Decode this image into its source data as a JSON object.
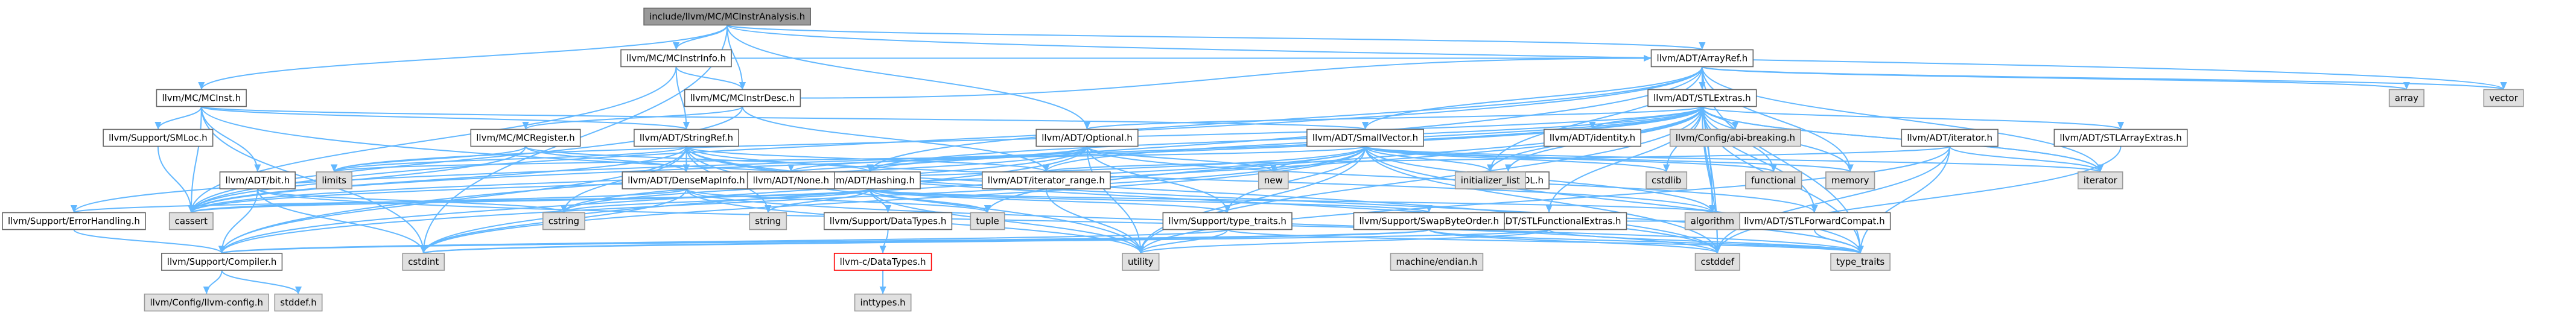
{
  "nodes": [
    {
      "id": "root",
      "label": "include/llvm/MC/MCInstrAnalysis.h",
      "kind": "root",
      "edges_to": [
        "mcinstrinfo",
        "mcinstrdesc",
        "mcinst",
        "arrayref",
        "optional",
        "cstdint",
        "vector"
      ]
    },
    {
      "id": "mcinstrinfo",
      "label": "llvm/MC/MCInstrInfo.h",
      "kind": "header",
      "edges_to": [
        "mcinstrdesc",
        "stringref",
        "arrayref",
        "cassert"
      ]
    },
    {
      "id": "mcinstrdesc",
      "label": "llvm/MC/MCInstrDesc.h",
      "kind": "header",
      "edges_to": [
        "mcregister",
        "arrayref",
        "iterator_range",
        "cassert"
      ]
    },
    {
      "id": "arrayref",
      "label": "llvm/ADT/ArrayRef.h",
      "kind": "header",
      "edges_to": [
        "hashing",
        "smallvector",
        "stlextras",
        "compiler",
        "algorithm",
        "array",
        "cassert",
        "cstddef",
        "initializer_list",
        "iterator",
        "memory",
        "type_traits",
        "vector"
      ]
    },
    {
      "id": "mcinst",
      "label": "llvm/MC/MCInst.h",
      "kind": "header",
      "edges_to": [
        "smallvector",
        "stringref",
        "bit",
        "smloc",
        "cassert",
        "cstddef",
        "cstdint"
      ]
    },
    {
      "id": "stlextras",
      "label": "llvm/ADT/STLExtras.h",
      "kind": "header",
      "edges_to": [
        "adlutil",
        "hashing",
        "stlarrayextras",
        "stlforwardcompat",
        "stlfunctionalextras",
        "identity",
        "iterator",
        "iterator_range",
        "errorhandling",
        "abibreaking",
        "algorithm",
        "cassert",
        "cstddef",
        "cstdint",
        "cstdlib",
        "functional",
        "initializer_list",
        "iterator",
        "limits",
        "memory",
        "optional",
        "tuple",
        "type_traits",
        "utility"
      ]
    },
    {
      "id": "mcregister",
      "label": "llvm/MC/MCRegister.h",
      "kind": "header",
      "edges_to": [
        "densemapinfo",
        "hashing",
        "cassert",
        "limits"
      ]
    },
    {
      "id": "stringref",
      "label": "llvm/ADT/StringRef.h",
      "kind": "header",
      "edges_to": [
        "densemapinfo",
        "iterator_range",
        "compiler",
        "algorithm",
        "cassert",
        "cstddef",
        "cstring",
        "limits",
        "string",
        "type_traits",
        "utility"
      ]
    },
    {
      "id": "smloc",
      "label": "llvm/Support/SMLoc.h",
      "kind": "header",
      "edges_to": [
        "cassert"
      ]
    },
    {
      "id": "optional",
      "label": "llvm/ADT/Optional.h",
      "kind": "header",
      "edges_to": [
        "hashing",
        "none",
        "stlforwardcompat",
        "compiler",
        "typetraits",
        "cassert",
        "new",
        "utility",
        "cstring"
      ]
    },
    {
      "id": "smallvector",
      "label": "llvm/ADT/SmallVector.h",
      "kind": "header",
      "edges_to": [
        "compiler",
        "typetraits",
        "algorithm",
        "cassert",
        "cstddef",
        "cstdint",
        "cstdlib",
        "cstring",
        "functional",
        "initializer_list",
        "iterator",
        "limits",
        "memory",
        "new",
        "type_traits",
        "utility"
      ]
    },
    {
      "id": "identity",
      "label": "llvm/ADT/identity.h",
      "kind": "header",
      "edges_to": []
    },
    {
      "id": "abibreaking",
      "label": "llvm/Config/abi-breaking.h",
      "kind": "system",
      "edges_to": []
    },
    {
      "id": "adtiterator",
      "label": "llvm/ADT/iterator.h",
      "kind": "header",
      "edges_to": [
        "iterator_range",
        "cstddef",
        "iterator",
        "type_traits",
        "utility"
      ]
    },
    {
      "id": "stlarrayextras",
      "label": "llvm/ADT/STLArrayExtras.h",
      "kind": "header",
      "edges_to": [
        "cstddef"
      ]
    },
    {
      "id": "bit",
      "label": "llvm/ADT/bit.h",
      "kind": "header",
      "edges_to": [
        "compiler",
        "cstdint",
        "cstring",
        "type_traits"
      ]
    },
    {
      "id": "densemapinfo",
      "label": "llvm/ADT/DenseMapInfo.h",
      "kind": "header",
      "edges_to": [
        "cassert",
        "cstddef",
        "cstdint",
        "tuple",
        "utility"
      ]
    },
    {
      "id": "hashing",
      "label": "llvm/ADT/Hashing.h",
      "kind": "header",
      "edges_to": [
        "errorhandling",
        "datatypes",
        "swapbyteorder",
        "typetraits",
        "algorithm",
        "cassert",
        "cstring",
        "string",
        "tuple",
        "utility"
      ]
    },
    {
      "id": "none",
      "label": "llvm/ADT/None.h",
      "kind": "header",
      "edges_to": []
    },
    {
      "id": "iterator_range",
      "label": "llvm/ADT/iterator_range.h",
      "kind": "header",
      "edges_to": [
        "utility"
      ]
    },
    {
      "id": "stlfunctionalextras",
      "label": "llvm/ADT/STLFunctionalExtras.h",
      "kind": "header",
      "edges_to": [
        "stlforwardcompat",
        "cstdint",
        "type_traits",
        "utility"
      ]
    },
    {
      "id": "errorhandling",
      "label": "llvm/Support/ErrorHandling.h",
      "kind": "header",
      "edges_to": [
        "compiler"
      ]
    },
    {
      "id": "datatypes",
      "label": "llvm/Support/DataTypes.h",
      "kind": "header",
      "edges_to": [
        "cdatatypes"
      ]
    },
    {
      "id": "typetraits",
      "label": "llvm/Support/type_traits.h",
      "kind": "header",
      "edges_to": [
        "compiler",
        "type_traits",
        "utility"
      ]
    },
    {
      "id": "swapbyteorder",
      "label": "llvm/Support/SwapByteOrder.h",
      "kind": "header",
      "edges_to": [
        "compiler",
        "cstddef",
        "cstdint",
        "type_traits"
      ]
    },
    {
      "id": "stlforwardcompat",
      "label": "llvm/ADT/STLForwardCompat.h",
      "kind": "header",
      "edges_to": [
        "type_traits"
      ]
    },
    {
      "id": "compiler",
      "label": "llvm/Support/Compiler.h",
      "kind": "header",
      "edges_to": [
        "llvmconfig",
        "stddef"
      ]
    },
    {
      "id": "cdatatypes",
      "label": "llvm-c/DataTypes.h",
      "kind": "alert",
      "edges_to": [
        "inttypes"
      ]
    },
    {
      "id": "llvmconfig",
      "label": "llvm/Config/llvm-config.h",
      "kind": "system",
      "edges_to": []
    },
    {
      "id": "stddef",
      "label": "stddef.h",
      "kind": "system",
      "edges_to": []
    },
    {
      "id": "inttypes",
      "label": "inttypes.h",
      "kind": "system",
      "edges_to": []
    },
    {
      "id": "machineendian",
      "label": "machine/endian.h",
      "kind": "system",
      "edges_to": []
    },
    {
      "id": "adlutil",
      "label": "llvm/ADT/ADL.h",
      "kind": "header",
      "edges_to": []
    },
    {
      "id": "array",
      "label": "array",
      "kind": "system",
      "edges_to": []
    },
    {
      "id": "vector",
      "label": "vector",
      "kind": "system",
      "edges_to": []
    },
    {
      "id": "cassert",
      "label": "cassert",
      "kind": "system",
      "edges_to": []
    },
    {
      "id": "cstdint",
      "label": "cstdint",
      "kind": "system",
      "edges_to": []
    },
    {
      "id": "cstddef",
      "label": "cstddef",
      "kind": "system",
      "edges_to": []
    },
    {
      "id": "cstdlib",
      "label": "cstdlib",
      "kind": "system",
      "edges_to": []
    },
    {
      "id": "cstring",
      "label": "cstring",
      "kind": "system",
      "edges_to": []
    },
    {
      "id": "functional",
      "label": "functional",
      "kind": "system",
      "edges_to": []
    },
    {
      "id": "initializer_list",
      "label": "initializer_list",
      "kind": "system",
      "edges_to": []
    },
    {
      "id": "iterator",
      "label": "iterator",
      "kind": "system",
      "edges_to": []
    },
    {
      "id": "limits",
      "label": "limits",
      "kind": "system",
      "edges_to": []
    },
    {
      "id": "memory",
      "label": "memory",
      "kind": "system",
      "edges_to": []
    },
    {
      "id": "new",
      "label": "new",
      "kind": "system",
      "edges_to": []
    },
    {
      "id": "algorithm",
      "label": "algorithm",
      "kind": "system",
      "edges_to": []
    },
    {
      "id": "string",
      "label": "string",
      "kind": "system",
      "edges_to": []
    },
    {
      "id": "tuple",
      "label": "tuple",
      "kind": "system",
      "edges_to": []
    },
    {
      "id": "utility",
      "label": "utility",
      "kind": "system",
      "edges_to": []
    },
    {
      "id": "type_traits",
      "label": "type_traits",
      "kind": "system",
      "edges_to": []
    }
  ]
}
